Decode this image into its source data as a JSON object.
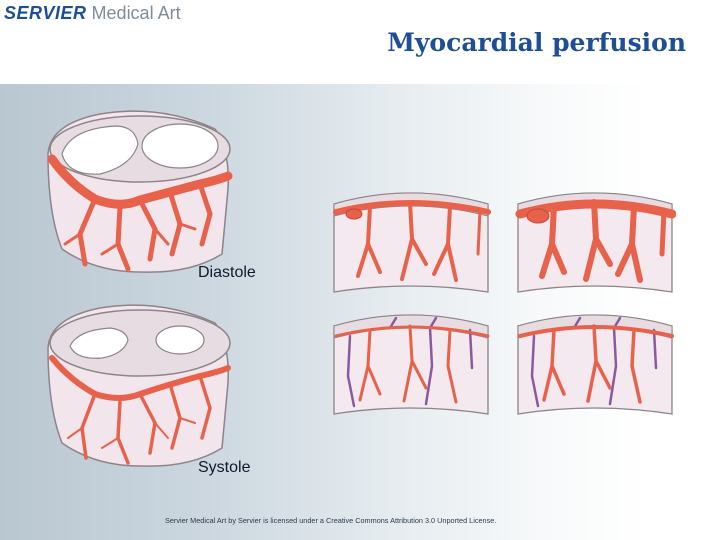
{
  "logo": {
    "brand": "SERVIER",
    "sub": "Medical Art"
  },
  "title": "Myocardial perfusion",
  "labels": {
    "diastole": "Diastole",
    "systole": "Systole"
  },
  "footer": "Servier Medical Art by Servier is licensed under a Creative Commons Attribution 3.0 Unported License.",
  "colors": {
    "artery": "#e8614a",
    "artery_dark": "#c44a36",
    "vein": "#8a5a9e",
    "muscle": "#f3e9ee",
    "muscle_edge": "#9a8f95",
    "title": "#1f4e99"
  }
}
